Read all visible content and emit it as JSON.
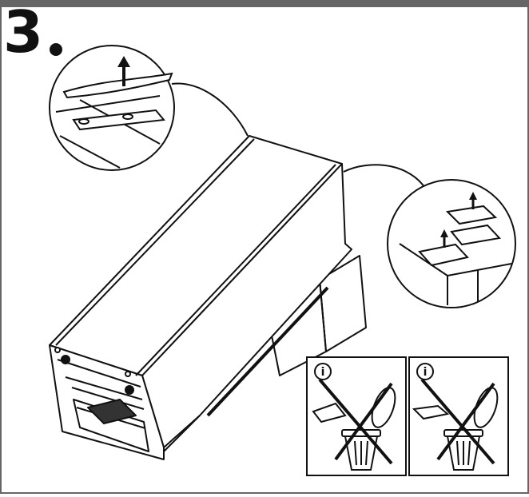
{
  "step": {
    "number": "3"
  },
  "colors": {
    "ink": "#111111",
    "frame": "#666666",
    "paper": "#ffffff",
    "mat": "#333333"
  },
  "icons": {
    "info_1": "i",
    "info_2": "i"
  },
  "notices": [
    {
      "name": "do-not-discard-film-notice",
      "icon": "info-icon",
      "symbol": "cross-out",
      "shows": "trash-bin-icon"
    },
    {
      "name": "do-not-discard-sheet-notice",
      "icon": "info-icon",
      "symbol": "cross-out",
      "shows": "trash-bin-icon"
    }
  ]
}
